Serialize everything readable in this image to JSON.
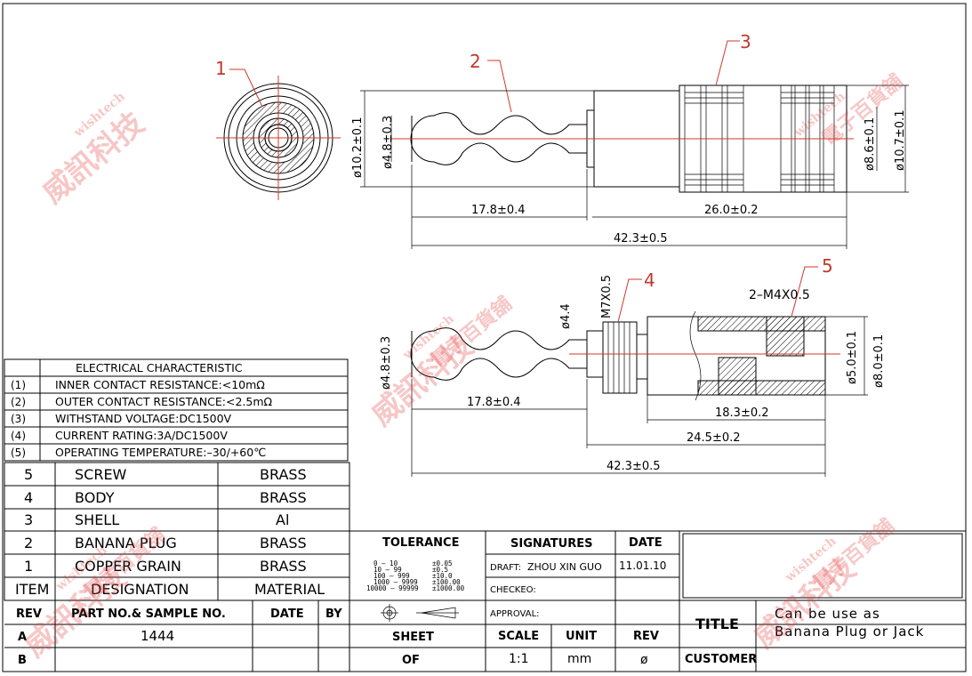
{
  "callouts": [
    "1",
    "2",
    "3",
    "4",
    "5"
  ],
  "dims": {
    "d10_2": "ø10.2±0.1",
    "d4_8": "ø4.8±0.3",
    "d8_6": "ø8.6±0.1",
    "d10_7": "ø10.7±0.1",
    "l17_8": "17.8±0.4",
    "l26_0": "26.0±0.2",
    "l42_3": "42.3±0.5",
    "m7": "M7X0.5",
    "d4_4": "ø4.4",
    "m4": "2–M4X0.5",
    "d4_8b": "ø4.8±0.3",
    "d5_0": "ø5.0±0.1",
    "d8_0": "ø8.0±0.1",
    "l17_8b": "17.8±0.4",
    "l18_3": "18.3±0.2",
    "l24_5": "24.5±0.2",
    "l42_3b": "42.3±0.5"
  },
  "electrical": {
    "header": "ELECTRICAL CHARACTERISTIC",
    "rows": [
      {
        "n": "(1)",
        "text": "INNER CONTACT RESISTANCE:<10mΩ"
      },
      {
        "n": "(2)",
        "text": "OUTER CONTACT RESISTANCE:<2.5mΩ"
      },
      {
        "n": "(3)",
        "text": "WITHSTAND VOLTAGE:DC1500V"
      },
      {
        "n": "(4)",
        "text": "CURRENT RATING:3A/DC1500V"
      },
      {
        "n": "(5)",
        "text": "OPERATING TEMPERATURE:–30/+60℃"
      }
    ]
  },
  "bom": {
    "rows": [
      {
        "item": "5",
        "designation": "SCREW",
        "material": "BRASS"
      },
      {
        "item": "4",
        "designation": "BODY",
        "material": "BRASS"
      },
      {
        "item": "3",
        "designation": "SHELL",
        "material": "Al"
      },
      {
        "item": "2",
        "designation": "BANANA PLUG",
        "material": "BRASS"
      },
      {
        "item": "1",
        "designation": "COPPER GRAIN",
        "material": "BRASS"
      }
    ],
    "header": {
      "item": "ITEM",
      "designation": "DESIGNATION",
      "material": "MATERIAL"
    }
  },
  "rev": {
    "header": {
      "rev": "REV",
      "part": "PART NO.& SAMPLE NO.",
      "date": "DATE",
      "by": "BY"
    },
    "rows": [
      {
        "rev": "A",
        "part": "1444"
      },
      {
        "rev": "B",
        "part": ""
      }
    ]
  },
  "tolerance": {
    "title": "TOLERANCE",
    "ranges": [
      "0 – 10",
      "10 – 99",
      "100 – 999",
      "1000 – 9999",
      "10000 – 99999"
    ],
    "values": [
      "±0.05",
      "±0.5",
      "±10.0",
      "±100.00",
      "±1000.00"
    ]
  },
  "signatures": {
    "title": "SIGNATURES",
    "date_label": "DATE",
    "draft_label": "DRAFT:",
    "draft_name": "ZHOU XIN GUO",
    "draft_date": "11.01.10",
    "checked_label": "CHECKEO:",
    "approval_label": "APPROVAL:"
  },
  "footer": {
    "sheet": "SHEET",
    "of": "OF",
    "scale_label": "SCALE",
    "scale": "1:1",
    "unit_label": "UNIT",
    "unit": "mm",
    "rev_label": "REV",
    "rev": "ø"
  },
  "title_block": {
    "title_label": "TITLE",
    "title_line1": "Can be use as",
    "title_line2": "Banana Plug or Jack",
    "customer_label": "CUSTOMER"
  },
  "watermark": {
    "cn": "威訊科技",
    "en": "wishtech",
    "cn2": "電子百貨舖"
  }
}
